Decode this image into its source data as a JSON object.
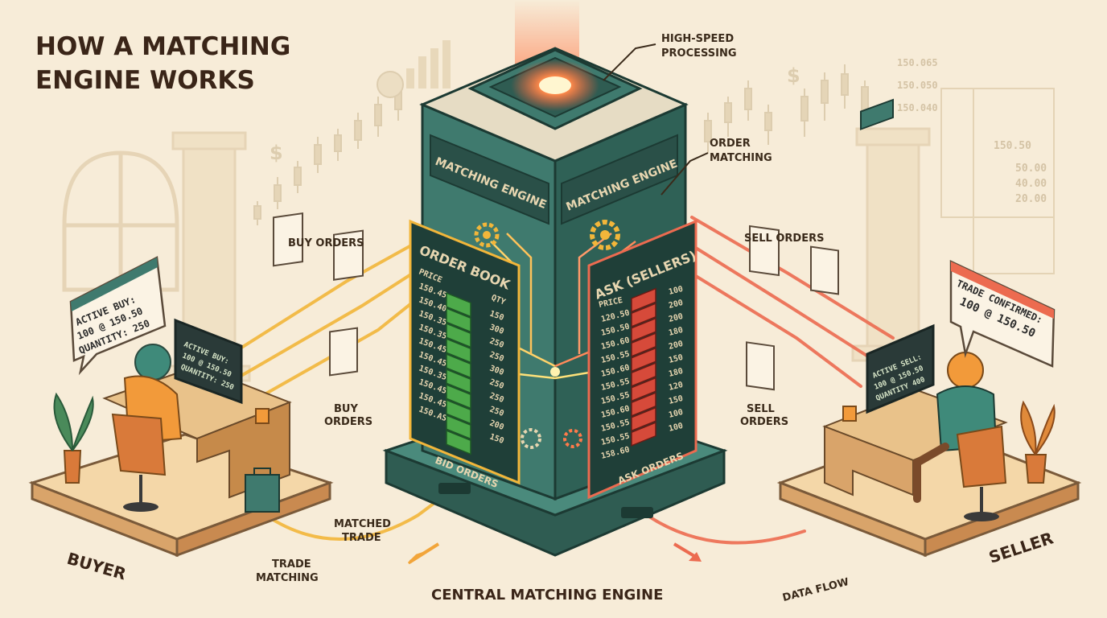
{
  "title": [
    "HOW A MATCHING",
    "ENGINE WORKS"
  ],
  "callouts": {
    "high_speed": [
      "HIGH-SPEED",
      "PROCESSING"
    ],
    "order_matching": [
      "ORDER",
      "MATCHING"
    ]
  },
  "tower": {
    "sign_left": "MATCHING ENGINE",
    "sign_right": "MATCHING ENGINE",
    "order_book": "ORDER BOOK",
    "price_header": "PRICE",
    "qty_header": "QTY",
    "bid_prices": [
      "150.45",
      "150.40",
      "150.35",
      "150.35",
      "150.45",
      "150.45",
      "150.35",
      "150.45",
      "150.45",
      "150.AS"
    ],
    "bid_qty": [
      "150",
      "300",
      "250",
      "250",
      "300",
      "250",
      "250",
      "250",
      "200",
      "150"
    ],
    "bid_footer": "BID ORDERS",
    "ask_title": "ASK (SELLERS)",
    "ask_price_header": "PRICE",
    "ask_prices": [
      "120.50",
      "150.50",
      "150.60",
      "150.55",
      "150.60",
      "150.55",
      "150.55",
      "150.60",
      "150.55",
      "150.55",
      "158.60"
    ],
    "ask_qty": [
      "100",
      "200",
      "200",
      "180",
      "200",
      "150",
      "180",
      "120",
      "150",
      "100",
      "100"
    ],
    "ask_footer": "ASK ORDERS"
  },
  "flows": {
    "buy_orders_top": "BUY ORDERS",
    "buy_orders_mid": [
      "BUY",
      "ORDERS"
    ],
    "sell_orders_top": "SELL ORDERS",
    "sell_orders_mid": [
      "SELL",
      "ORDERS"
    ],
    "matched_trade": [
      "MATCHED",
      "TRADE"
    ],
    "trade_matching": [
      "TRADE",
      "MATCHING"
    ],
    "data_flow": "DATA FLOW"
  },
  "buyer": {
    "label": "BUYER",
    "bubble": [
      "ACTIVE BUY:",
      "100 @ 150.50",
      "QUANTITY: 250"
    ],
    "monitor": [
      "ACTIVE BUY:",
      "100 @ 150.50",
      "QUANTITY: 250"
    ]
  },
  "seller": {
    "label": "SELLER",
    "bubble": [
      "TRADE CONFIRMED:",
      "100 @ 150.50"
    ],
    "monitor": [
      "ACTIVE SELL:",
      "100 @ 150.50",
      "QUANTITY 400"
    ]
  },
  "bg_prices": [
    "150.065",
    "150.050",
    "150.040"
  ],
  "bg_right_table": [
    "150.50",
    "50.00",
    "40.00",
    "20.00"
  ],
  "caption": "CENTRAL MATCHING ENGINE",
  "colors": {
    "background": "#f7ecd8",
    "tower": "#3f7a6e",
    "tower_dark": "#24493f",
    "bid_green": "#4daa4a",
    "ask_red": "#d64a3a",
    "buy_flow": "#f2b63a",
    "sell_flow": "#ec6b50",
    "text_dark": "#3a2a1a"
  }
}
